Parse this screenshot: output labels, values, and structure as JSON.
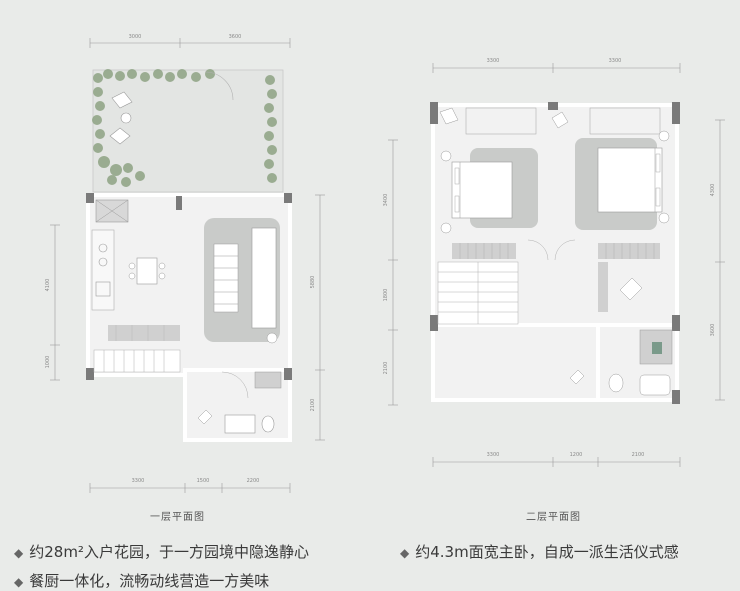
{
  "plans": [
    {
      "caption": "一层平面图",
      "top_dims": [
        "3000",
        "3600"
      ],
      "bottom_dims": [
        "3300",
        "1500",
        "2200"
      ],
      "left_dims": [
        "4100",
        "1000"
      ],
      "right_dims": [
        "5880",
        "2100"
      ]
    },
    {
      "caption": "二层平面图",
      "top_dims": [
        "3300",
        "3300"
      ],
      "bottom_dims": [
        "3300",
        "1200",
        "2100"
      ],
      "left_dims": [
        "3400",
        "1800",
        "2100"
      ],
      "right_dims": [
        "4300",
        "3600"
      ]
    }
  ],
  "features": [
    "约28m²入户花园，于一方园境中隐逸静心",
    "约4.3m面宽主卧，自成一派生活仪式感",
    "餐厨一体化，流畅动线营造一方美味"
  ],
  "colors": {
    "background": "#e9ebe9",
    "wall": "#ffffff",
    "column": "#7a7a7a",
    "rug": "#c9cbc9",
    "plant": "#8ea383",
    "dimension_line": "#9a9a9a"
  }
}
